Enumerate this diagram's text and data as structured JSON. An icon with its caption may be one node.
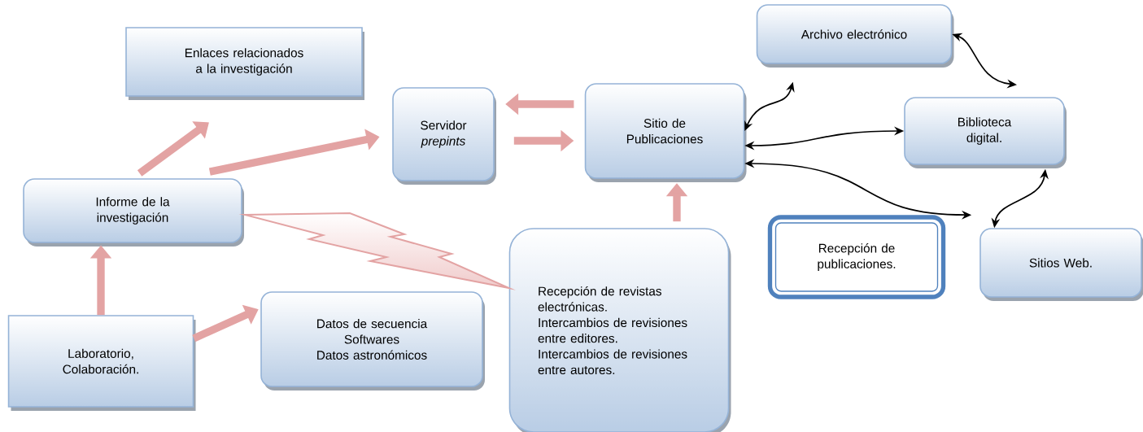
{
  "diagram": {
    "nodes": [
      {
        "text": [
          "Enlaces relacionados a la investigación"
        ]
      },
      {
        "text": [
          "Servidor *prepints*"
        ]
      },
      {
        "text": [
          "Sitio de Publicaciones"
        ]
      },
      {
        "text": [
          "Archivo electrónico"
        ]
      },
      {
        "text": [
          "Biblioteca digital."
        ]
      },
      {
        "text": [
          "Informe de la investigación"
        ]
      },
      {
        "text": [
          "Recepción de revistas electrónicas.",
          "Intercambios de revisiones entre editores.",
          "Intercambios de revisiones entre autores."
        ]
      },
      {
        "text": [
          "Recepción de publicaciones."
        ]
      },
      {
        "text": [
          "Sitios Web."
        ]
      },
      {
        "text": [
          "Laboratorio, Colaboración."
        ]
      },
      {
        "text": [
          "Datos de secuencia",
          "Softwares",
          "Datos astronómicos"
        ]
      }
    ],
    "edges": [
      {
        "from": 5,
        "to": 0,
        "arrow": "to"
      },
      {
        "from": 5,
        "to": 1,
        "arrow": "to"
      },
      {
        "from": 2,
        "to": 1,
        "arrow": "to"
      },
      {
        "from": 1,
        "to": 2,
        "arrow": "to"
      },
      {
        "from": 6,
        "to": 2,
        "arrow": "to"
      },
      {
        "from": 9,
        "to": 5,
        "arrow": "to"
      },
      {
        "from": 9,
        "to": 10,
        "arrow": "to"
      },
      {
        "from": 5,
        "to": 6,
        "arrow": "none"
      },
      {
        "from": 2,
        "to": 3,
        "arrow": "both",
        "color": "#000000"
      },
      {
        "from": 3,
        "to": 4,
        "arrow": "both",
        "color": "#000000"
      },
      {
        "from": 2,
        "to": 4,
        "arrow": "both",
        "color": "#000000"
      },
      {
        "from": 2,
        "to": 8,
        "arrow": "both",
        "color": "#000000"
      },
      {
        "from": 4,
        "to": 8,
        "arrow": "both",
        "color": "#000000"
      }
    ]
  }
}
